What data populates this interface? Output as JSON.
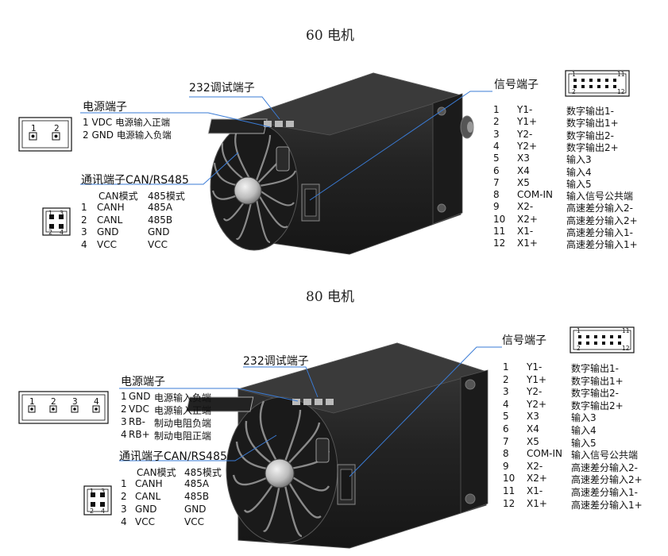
{
  "motor60": {
    "title": "60 电机",
    "power_label": "电源端子",
    "power_pins": [
      {
        "no": "1",
        "name": "VDC",
        "desc": "电源输入正端"
      },
      {
        "no": "2",
        "name": "GND",
        "desc": "电源输入负端"
      }
    ],
    "power_connector_pins": [
      "1",
      "2"
    ],
    "debug_label": "232调试端子",
    "comm_label": "通讯端子CAN/RS485",
    "comm_header": [
      "CAN模式",
      "485模式"
    ],
    "comm_pins": [
      {
        "no": "1",
        "can": "CANH",
        "rs485": "485A"
      },
      {
        "no": "2",
        "can": "CANL",
        "rs485": "485B"
      },
      {
        "no": "3",
        "can": "GND",
        "rs485": "GND"
      },
      {
        "no": "4",
        "can": "VCC",
        "rs485": "VCC"
      }
    ],
    "comm_connector_pins": [
      "1",
      "3",
      "2",
      "4"
    ],
    "signal_label": "信号端子",
    "signal_connector_pins": [
      "1",
      "11",
      "2",
      "12"
    ],
    "signal_pins": [
      {
        "no": "1",
        "name": "Y1-",
        "desc": "数字输出1-"
      },
      {
        "no": "2",
        "name": "Y1+",
        "desc": "数字输出1+"
      },
      {
        "no": "3",
        "name": "Y2-",
        "desc": "数字输出2-"
      },
      {
        "no": "4",
        "name": "Y2+",
        "desc": "数字输出2+"
      },
      {
        "no": "5",
        "name": "X3",
        "desc": "输入3"
      },
      {
        "no": "6",
        "name": "X4",
        "desc": "输入4"
      },
      {
        "no": "7",
        "name": "X5",
        "desc": "输入5"
      },
      {
        "no": "8",
        "name": "COM-IN",
        "desc": "输入信号公共端"
      },
      {
        "no": "9",
        "name": "X2-",
        "desc": "高速差分输入2-"
      },
      {
        "no": "10",
        "name": "X2+",
        "desc": "高速差分输入2+"
      },
      {
        "no": "11",
        "name": "X1-",
        "desc": "高速差分输入1-"
      },
      {
        "no": "12",
        "name": "X1+",
        "desc": "高速差分输入1+"
      }
    ]
  },
  "motor80": {
    "title": "80 电机",
    "power_label": "电源端子",
    "power_pins": [
      {
        "no": "1",
        "name": "GND",
        "desc": "电源输入负端"
      },
      {
        "no": "2",
        "name": "VDC",
        "desc": "电源输入正端"
      },
      {
        "no": "3",
        "name": "RB-",
        "desc": "制动电阻负端"
      },
      {
        "no": "4",
        "name": "RB+",
        "desc": "制动电阻正端"
      }
    ],
    "power_connector_pins": [
      "1",
      "2",
      "3",
      "4"
    ],
    "debug_label": "232调试端子",
    "comm_label": "通讯端子CAN/RS485",
    "comm_header": [
      "CAN模式",
      "485模式"
    ],
    "comm_pins": [
      {
        "no": "1",
        "can": "CANH",
        "rs485": "485A"
      },
      {
        "no": "2",
        "can": "CANL",
        "rs485": "485B"
      },
      {
        "no": "3",
        "can": "GND",
        "rs485": "GND"
      },
      {
        "no": "4",
        "can": "VCC",
        "rs485": "VCC"
      }
    ],
    "comm_connector_pins": [
      "1",
      "3",
      "2",
      "4"
    ],
    "signal_label": "信号端子",
    "signal_connector_pins": [
      "1",
      "11",
      "2",
      "12"
    ],
    "signal_pins": [
      {
        "no": "1",
        "name": "Y1-",
        "desc": "数字输出1-"
      },
      {
        "no": "2",
        "name": "Y1+",
        "desc": "数字输出1+"
      },
      {
        "no": "3",
        "name": "Y2-",
        "desc": "数字输出2-"
      },
      {
        "no": "4",
        "name": "Y2+",
        "desc": "数字输出2+"
      },
      {
        "no": "5",
        "name": "X3",
        "desc": "输入3"
      },
      {
        "no": "6",
        "name": "X4",
        "desc": "输入4"
      },
      {
        "no": "7",
        "name": "X5",
        "desc": "输入5"
      },
      {
        "no": "8",
        "name": "COM-IN",
        "desc": "输入信号公共端"
      },
      {
        "no": "9",
        "name": "X2-",
        "desc": "高速差分输入2-"
      },
      {
        "no": "10",
        "name": "X2+",
        "desc": "高速差分输入2+"
      },
      {
        "no": "11",
        "name": "X1-",
        "desc": "高速差分输入1-"
      },
      {
        "no": "12",
        "name": "X1+",
        "desc": "高速差分输入1+"
      }
    ]
  },
  "colors": {
    "leader_line": "#3a7bd5",
    "text": "#111111",
    "motor_body": "#2a2a2a",
    "motor_edge": "#4a4a4a"
  }
}
